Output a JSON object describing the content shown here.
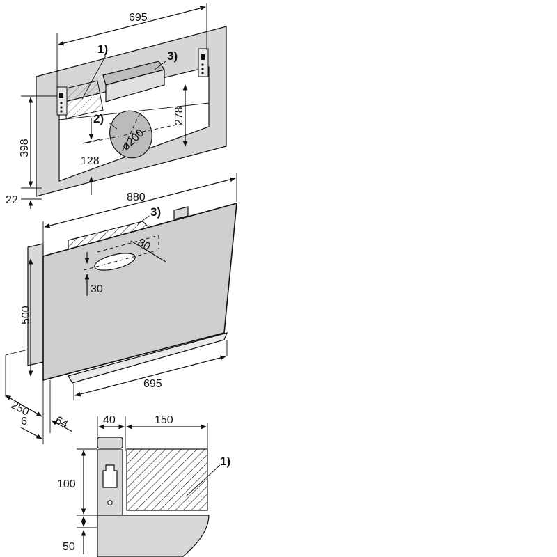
{
  "top_view": {
    "dim_width": "695",
    "dim_height_398": "398",
    "dim_offset_22": "22",
    "dim_278": "278",
    "dim_128": "128",
    "dim_diameter": "ø200",
    "label_1": "1)",
    "label_2": "2)",
    "label_3": "3)"
  },
  "front_view": {
    "dim_width_880": "880",
    "dim_80": "80",
    "dim_30": "30",
    "dim_height_500": "500",
    "dim_bottom_695": "695",
    "dim_depth_250": "250",
    "dim_6": "6",
    "dim_64": "64",
    "label_3": "3)"
  },
  "detail_view": {
    "dim_40": "40",
    "dim_150": "150",
    "dim_100": "100",
    "dim_50": "50",
    "label_1": "1)"
  },
  "colors": {
    "background": "#ffffff",
    "wall_fill": "#d6d6d6",
    "panel_fill": "#cfcfcf",
    "line": "#111111"
  }
}
